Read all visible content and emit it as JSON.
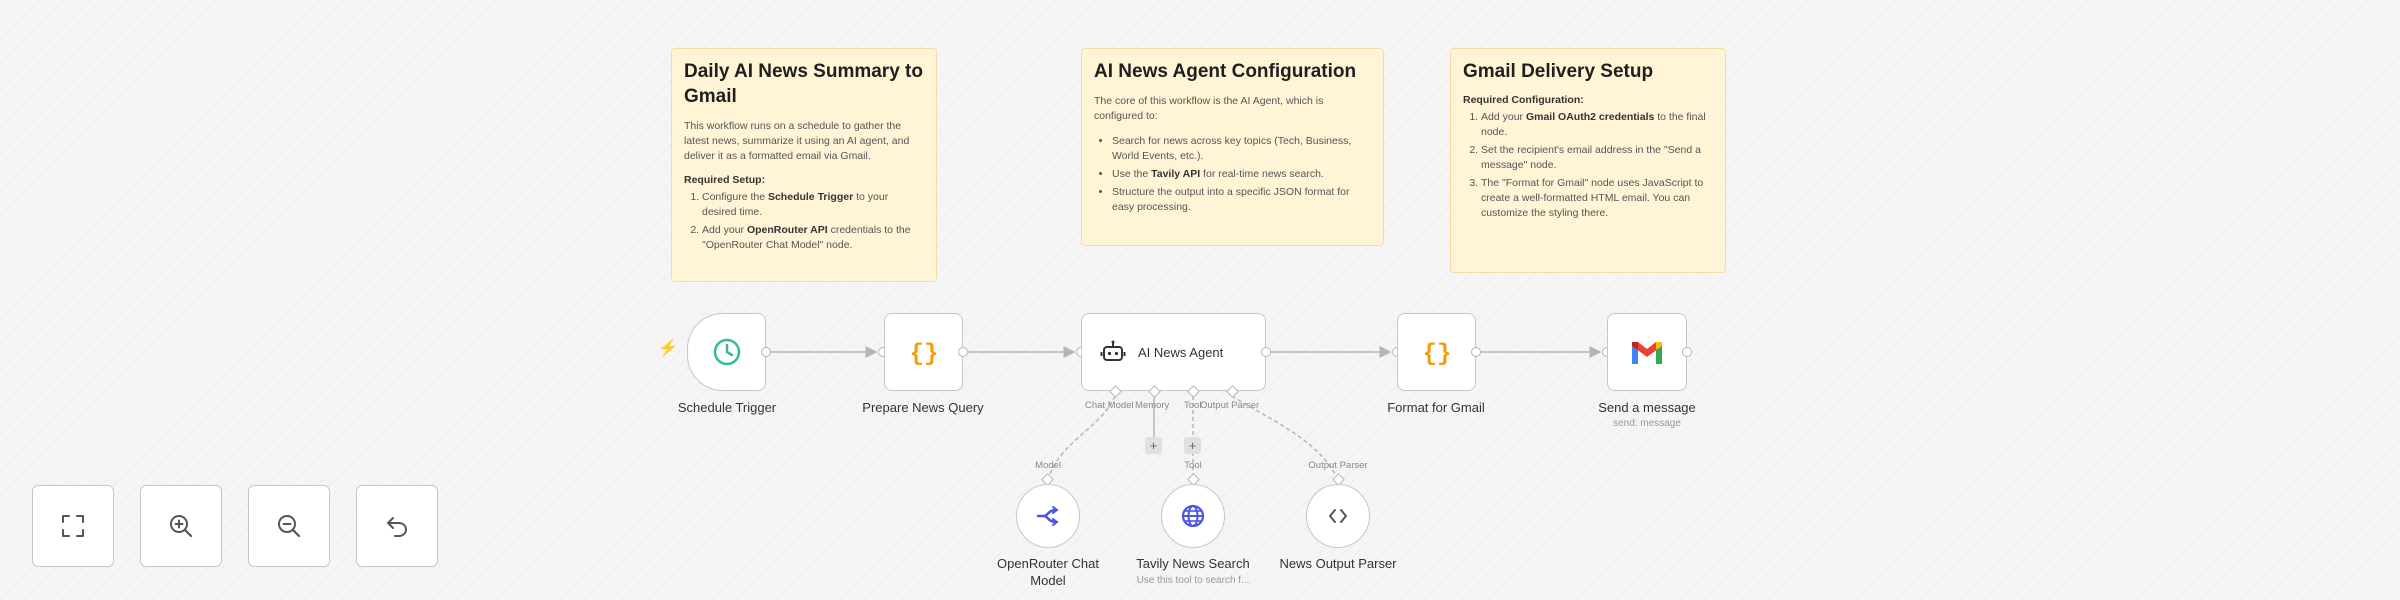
{
  "notes": [
    {
      "title": "Daily AI News Summary to Gmail",
      "intro": "This workflow runs on a schedule to gather the latest news, summarize it using an AI agent, and deliver it as a formatted email via Gmail.",
      "subheading": "Required Setup:",
      "items": [
        {
          "pre": "Configure the ",
          "bold": "Schedule Trigger",
          "post": " to your desired time."
        },
        {
          "pre": "Add your ",
          "bold": "OpenRouter API",
          "post": " credentials to the \"OpenRouter Chat Model\" node."
        }
      ]
    },
    {
      "title": "AI News Agent Configuration",
      "intro": "The core of this workflow is the AI Agent, which is configured to:",
      "items": [
        {
          "pre": "Search for news across key topics (Tech, Business, World Events, etc.).",
          "bold": "",
          "post": ""
        },
        {
          "pre": "Use the ",
          "bold": "Tavily API",
          "post": " for real-time news search."
        },
        {
          "pre": "Structure the output into a specific JSON format for easy processing.",
          "bold": "",
          "post": ""
        }
      ]
    },
    {
      "title": "Gmail Delivery Setup",
      "subheading": "Required Configuration:",
      "items": [
        {
          "pre": "Add your ",
          "bold": "Gmail OAuth2 credentials",
          "post": " to the final node."
        },
        {
          "pre": "Set the recipient's email address in the \"Send a message\" node.",
          "bold": "",
          "post": ""
        },
        {
          "pre": "The \"Format for Gmail\" node uses JavaScript to create a well-formatted HTML email. You can customize the styling there.",
          "bold": "",
          "post": ""
        }
      ]
    }
  ],
  "nodes": {
    "schedule": {
      "label": "Schedule Trigger",
      "icon": "clock-icon"
    },
    "prepare": {
      "label": "Prepare News Query",
      "icon": "code-braces-icon"
    },
    "agent": {
      "label": "AI News Agent",
      "icon": "robot-icon",
      "ports": [
        "Chat Model",
        "Memory",
        "Tool",
        "Output Parser"
      ]
    },
    "format": {
      "label": "Format for Gmail",
      "icon": "code-braces-icon"
    },
    "gmail": {
      "label": "Send a message",
      "sublabel": "send: message",
      "icon": "gmail-icon"
    },
    "openrouter": {
      "label": "OpenRouter Chat Model",
      "label_line1": "OpenRouter Chat",
      "label_line2": "Model",
      "port": "Model",
      "icon": "openrouter-icon"
    },
    "tavily": {
      "label": "Tavily News Search",
      "sublabel": "Use this tool to search f...",
      "port": "Tool",
      "icon": "globe-icon"
    },
    "parser": {
      "label": "News Output Parser",
      "port": "Output Parser",
      "icon": "code-brackets-icon"
    }
  },
  "plus_symbol": "+",
  "controls": [
    {
      "name": "fit-view",
      "icon": "fit-view-icon"
    },
    {
      "name": "zoom-in",
      "icon": "zoom-in-icon"
    },
    {
      "name": "zoom-out",
      "icon": "zoom-out-icon"
    },
    {
      "name": "undo",
      "icon": "undo-icon"
    }
  ],
  "colors": {
    "canvas": "#f5f5f5",
    "sticky": "#fff5d6",
    "sticky_border": "#f3dda3",
    "trigger_icon": "#35b998",
    "code_icon": "#f39c12",
    "trigger_bolt": "#ff6d5a",
    "tool_icon": "#4a56e2"
  },
  "trigger_bolt": "⚡"
}
